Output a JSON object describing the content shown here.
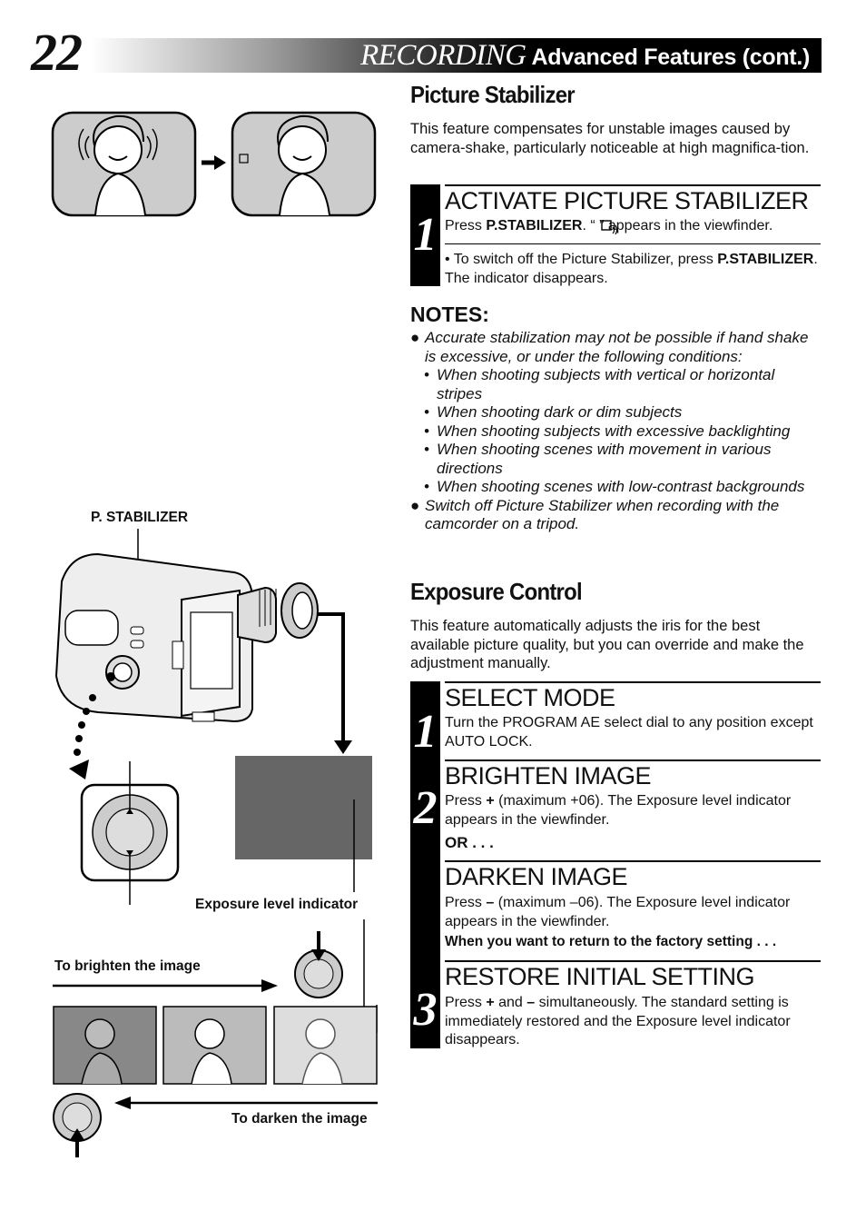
{
  "header": {
    "page_number": "22",
    "section": "RECORDING",
    "subtitle": "Advanced Features (cont.)"
  },
  "stabilizer": {
    "title": "Picture Stabilizer",
    "intro": "This feature compensates for unstable images caused by camera-shake, particularly noticeable at high magnifica-tion.",
    "step1": {
      "number": "1",
      "heading": "ACTIVATE PICTURE STABILIZER",
      "text_pre": "Press ",
      "key": "P.STABILIZER",
      "text_post": ". “      ” appears in the viewfinder.",
      "bullet_pre": "• To switch off the Picture Stabilizer, press ",
      "bullet_key": "P.STABILIZER",
      "bullet_post": ". The indicator disappears."
    }
  },
  "notes": {
    "title": "NOTES:",
    "n1": "Accurate stabilization may not be possible if hand shake is excessive, or under the following conditions:",
    "s1": "When shooting subjects with vertical or horizontal stripes",
    "s2": "When shooting dark or dim subjects",
    "s3": "When shooting subjects with excessive backlighting",
    "s4": "When shooting scenes with movement in various directions",
    "s5": "When shooting scenes with low-contrast backgrounds",
    "n2": "Switch off Picture Stabilizer when recording with the camcorder on a tripod."
  },
  "exposure": {
    "title": "Exposure Control",
    "intro": "This feature automatically adjusts the iris for the best available picture quality, but you can override and make the adjustment manually.",
    "step1": {
      "number": "1",
      "heading": "SELECT MODE",
      "text": "Turn the PROGRAM AE select dial to any position except AUTO LOCK."
    },
    "step2": {
      "number": "2",
      "heading": "BRIGHTEN IMAGE",
      "text_pre": "Press ",
      "key": "+",
      "text_post": " (maximum +06). The Exposure level indicator appears in the viewfinder.",
      "or": "OR . . ."
    },
    "darken": {
      "heading": "DARKEN IMAGE",
      "text_pre": "Press ",
      "key": "–",
      "text_post": " (maximum –06). The Exposure level indicator appears in the viewfinder.",
      "factory": "When you want to return to the factory setting . . ."
    },
    "step3": {
      "number": "3",
      "heading": "RESTORE INITIAL SETTING",
      "text_pre": "Press ",
      "key1": "+",
      "mid": " and ",
      "key2": "–",
      "text_post": " simultaneously. The standard setting is immediately restored and the Exposure level indicator disappears."
    }
  },
  "illustration_labels": {
    "p_stabilizer": "P. STABILIZER",
    "exposure_indicator": "Exposure level indicator",
    "brighten": "To brighten the image",
    "darken": "To darken the image"
  },
  "colors": {
    "header_bar": "#000000",
    "screen_gray": "#666666"
  }
}
